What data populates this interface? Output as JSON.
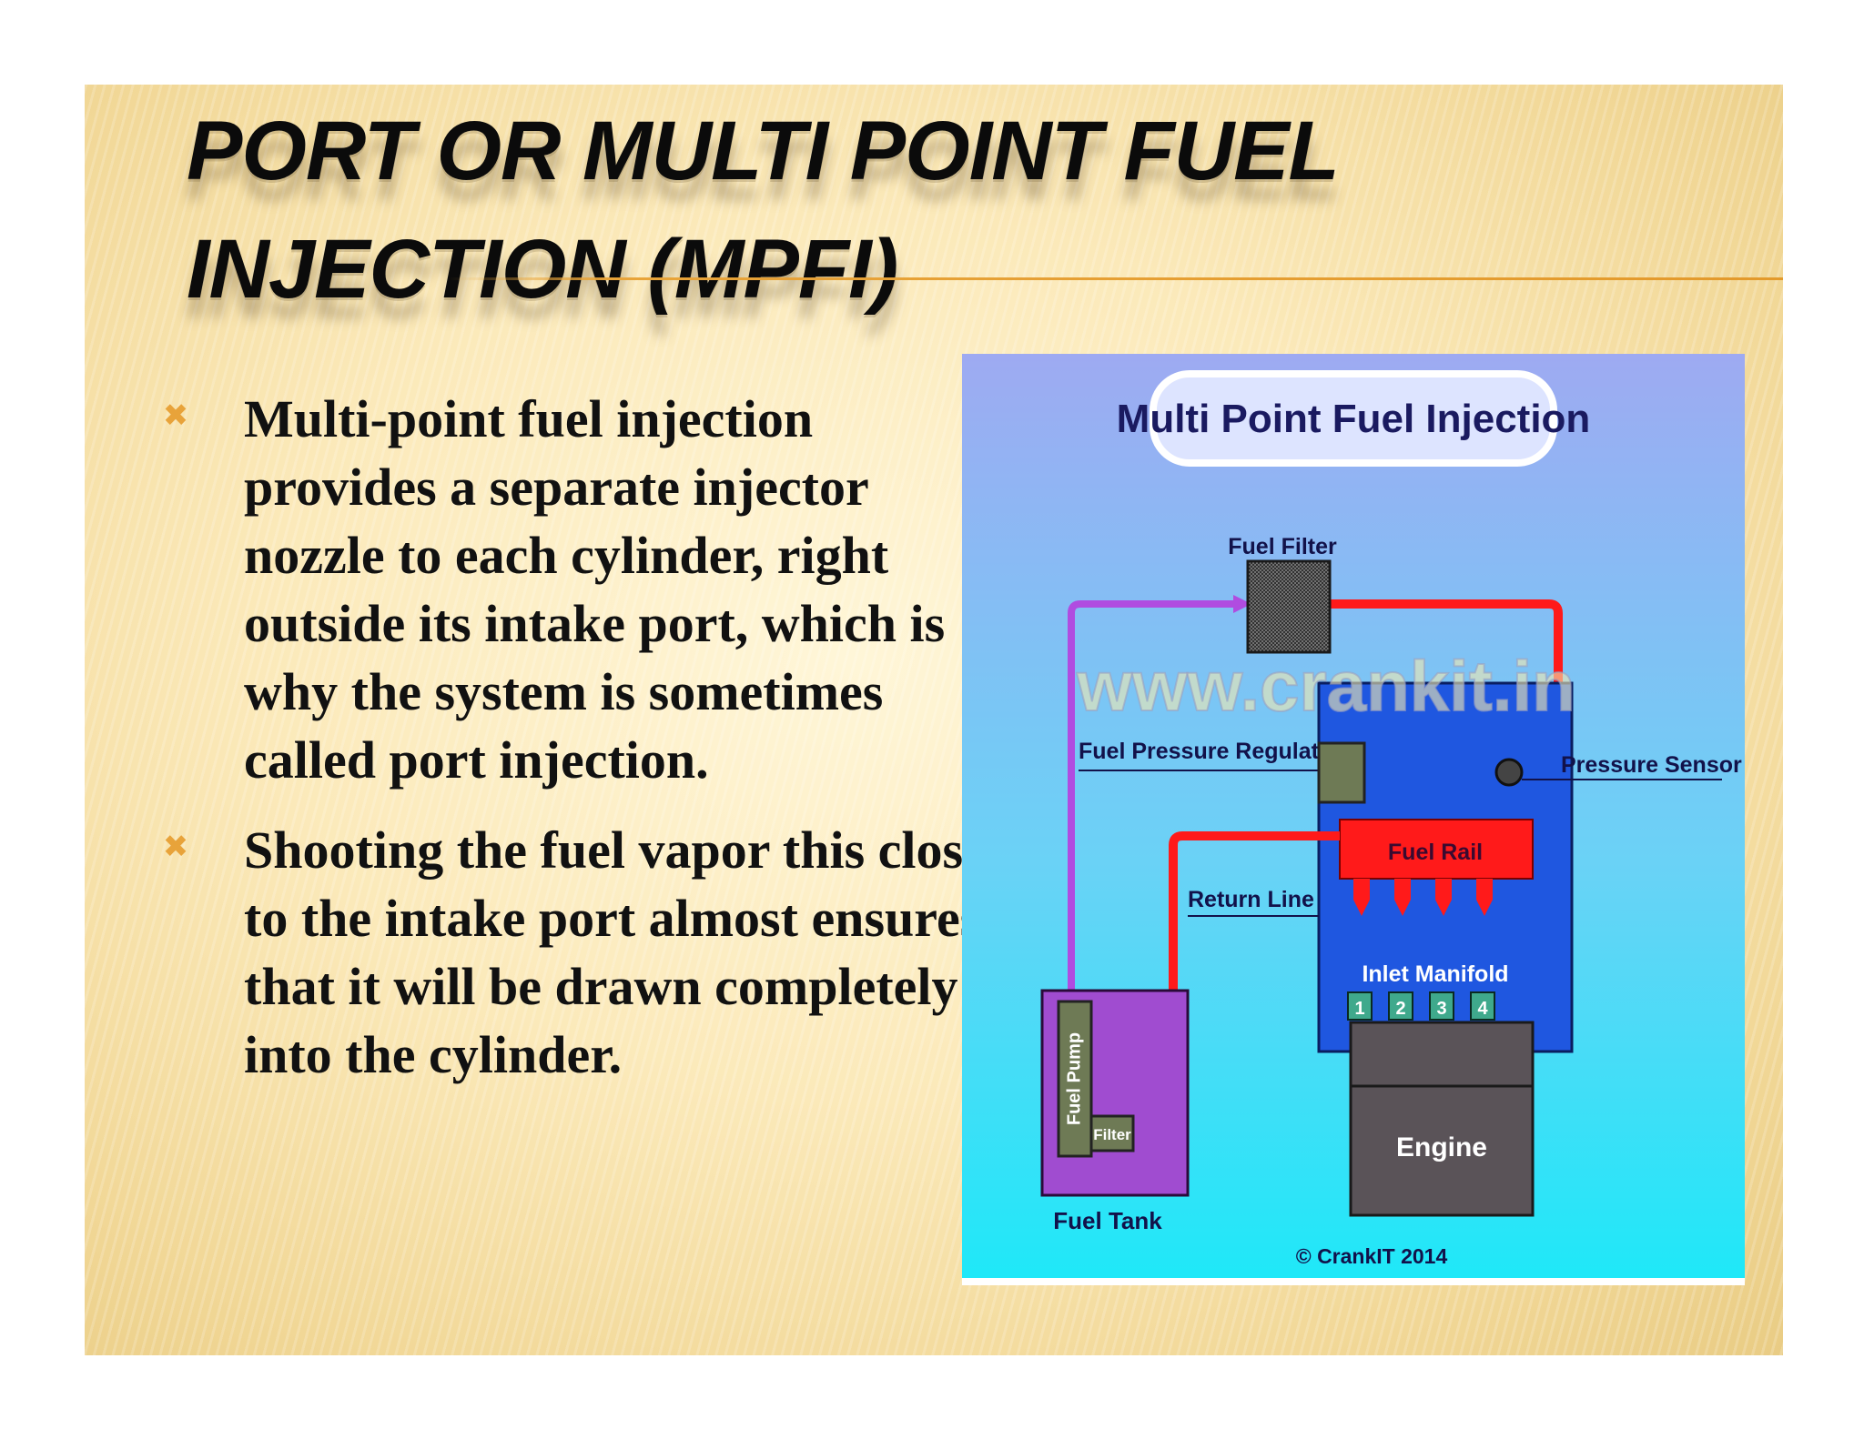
{
  "slide": {
    "title": "PORT OR MULTI POINT FUEL INJECTION (MPFI)",
    "bullets": [
      {
        "icon": "x-bullet-icon",
        "text": "Multi-point fuel injection provides a separate injector nozzle to each cylinder, right outside its intake port, which is why the system is sometimes called port injection."
      },
      {
        "icon": "x-bullet-icon",
        "text": "Shooting the fuel vapor this close to the intake port almost ensures that it will be drawn completely into the cylinder."
      }
    ],
    "accent_color": "#e8a33a"
  },
  "diagram": {
    "heading": "Multi Point Fuel Injection",
    "labels": {
      "fuel_filter": "Fuel Filter",
      "watermark": "www.crankit.in",
      "fuel_pressure_regulator": "Fuel Pressure Regulator",
      "pressure_sensor": "Pressure Sensor",
      "fuel_rail": "Fuel Rail",
      "return_line": "Return Line",
      "inlet_manifold": "Inlet Manifold",
      "fuel_pump": "Fuel Pump",
      "filter": "Filter",
      "fuel_tank": "Fuel Tank",
      "engine": "Engine",
      "copyright": "© CrankIT 2014"
    },
    "cylinders": [
      "1",
      "2",
      "3",
      "4"
    ],
    "colors": {
      "bg_top": "#9eaaf2",
      "bg_bottom": "#1fe8f8",
      "fuel_line": "#ff1a1a",
      "feed_line": "#b04ce0",
      "manifold": "#1f57e0",
      "tank": "#a04cd0",
      "engine": "#5a5358"
    }
  }
}
